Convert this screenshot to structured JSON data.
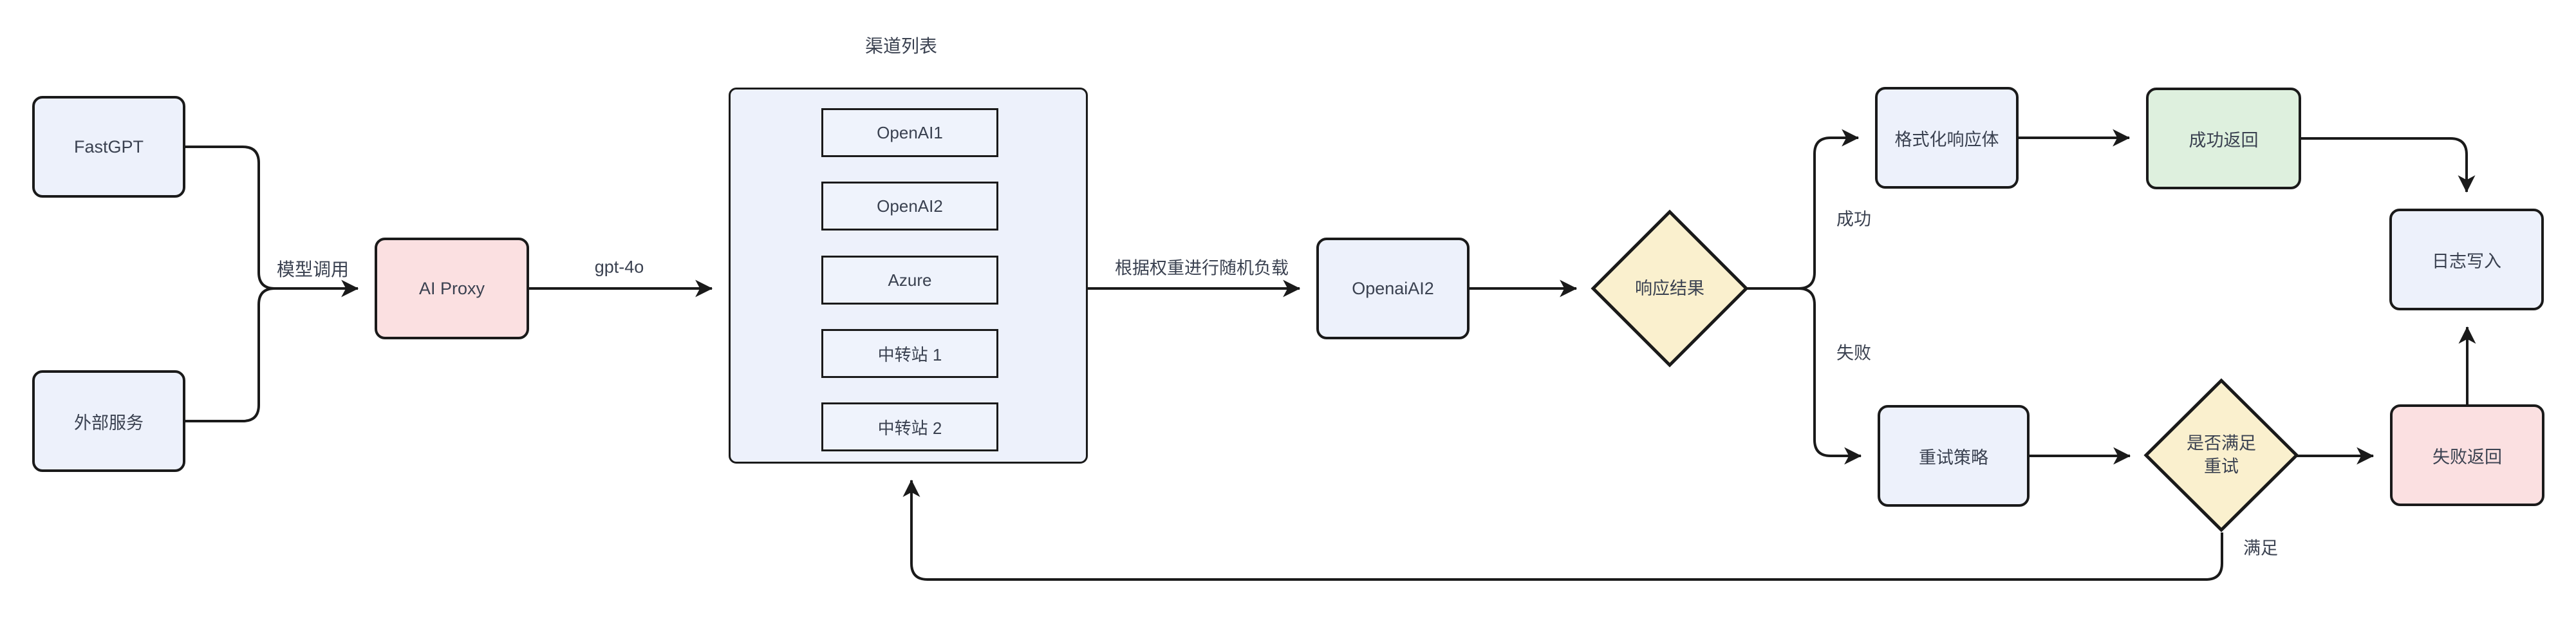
{
  "diagram": {
    "type": "flowchart",
    "background": "#ffffff",
    "colors": {
      "node_fill": "#EDF1FB",
      "pink_fill": "#FBE0E1",
      "green_fill": "#DEF0DE",
      "diamond_fill": "#FAF0CE",
      "stroke": "#1A1A1A",
      "text": "#3A4150"
    },
    "nodes": {
      "fastgpt": "FastGPT",
      "external_service": "外部服务",
      "ai_proxy": "AI Proxy",
      "channel_list_title": "渠道列表",
      "channels": [
        "OpenAI1",
        "OpenAI2",
        "Azure",
        "中转站 1",
        "中转站 2"
      ],
      "selected_channel": "OpenaiAI2",
      "response_result": "响应结果",
      "format_response": "格式化响应体",
      "success_return": "成功返回",
      "retry_strategy": "重试策略",
      "retry_check_line1": "是否满足",
      "retry_check_line2": "重试",
      "fail_return": "失败返回",
      "log_write": "日志写入"
    },
    "edge_labels": {
      "model_call": "模型调用",
      "model": "gpt-4o",
      "load_balance": "根据权重进行随机负载",
      "success": "成功",
      "fail": "失败",
      "satisfied": "满足"
    }
  }
}
